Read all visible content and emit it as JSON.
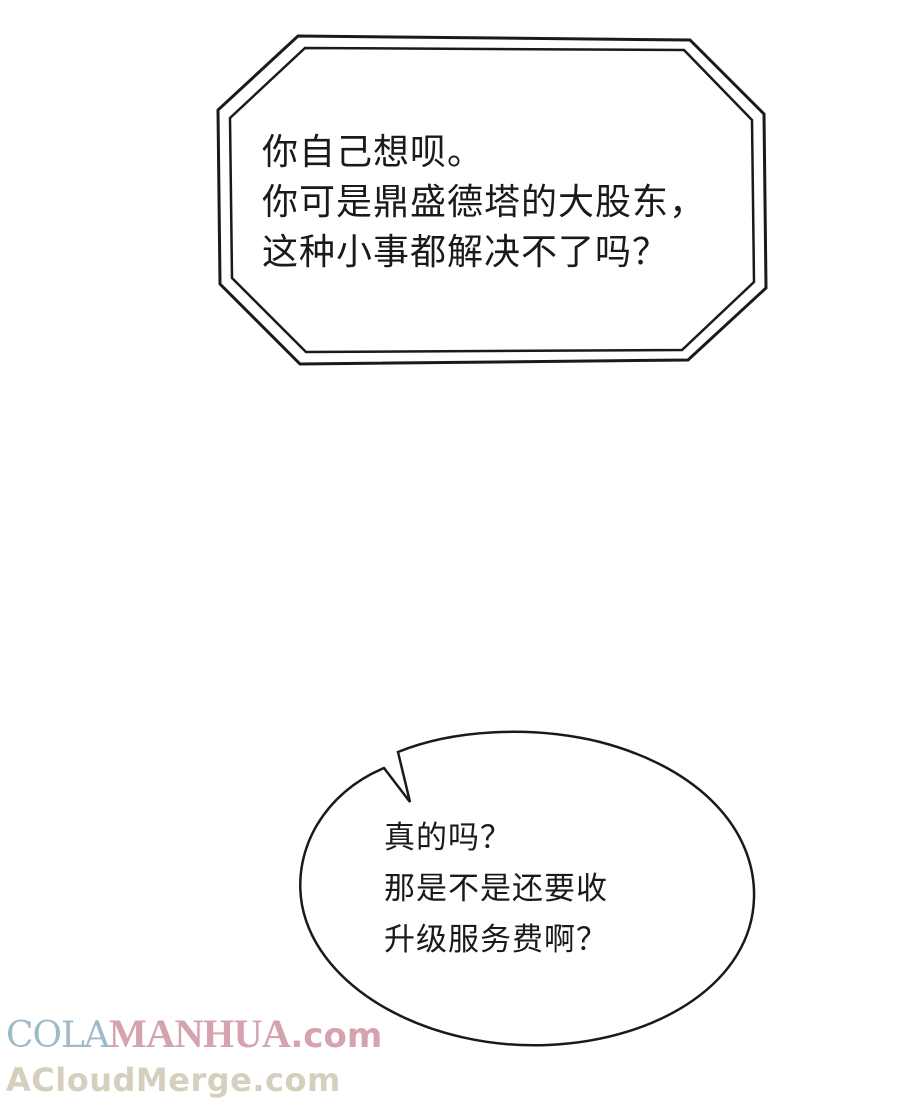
{
  "top_bubble": {
    "shape": "octagon-double-border",
    "lines": [
      "你自己想呗。",
      "你可是鼎盛德塔的大股东，",
      "这种小事都解决不了吗？"
    ]
  },
  "bottom_bubble": {
    "shape": "oval-with-tail",
    "lines": [
      "真的吗？",
      "那是不是还要收",
      "升级服务费啊？"
    ]
  },
  "watermark": {
    "line1_part1": "COLA",
    "line1_part2": "MANHUA",
    "line1_part3": ".com",
    "line2": "ACloudMerge.com"
  },
  "colors": {
    "background": "#ffffff",
    "ink": "#1a1a1a",
    "watermark_blue": "#9fb9c9",
    "watermark_pink": "#d4a3ad",
    "watermark_beige": "#d7cfbe"
  }
}
